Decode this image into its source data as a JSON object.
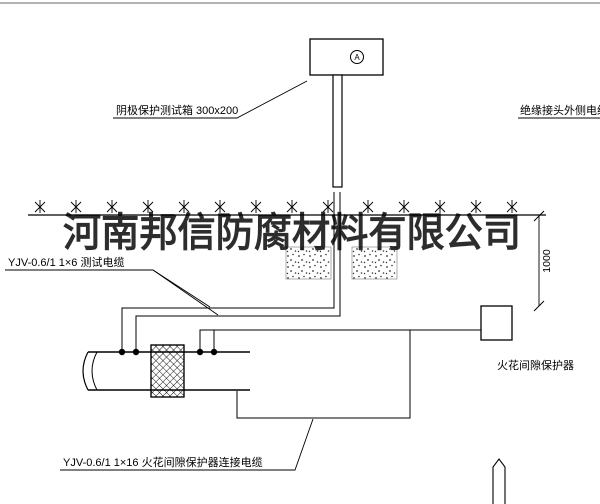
{
  "page": {
    "background": "#ffffff",
    "line_color": "#000000"
  },
  "watermark": {
    "text": "河南邦信防腐材料有限公司",
    "color": "#1c1c1c"
  },
  "test_box": {
    "label": "阴极保护测试箱 300x200",
    "meter_symbol": "A"
  },
  "cables": {
    "test_cable_label": "YJV-0.6/1 1×6 测试电缆",
    "spark_cable_label": "YJV-0.6/1 1×16 火花间隙保护器连接电缆",
    "joint_outer_cable_label": "绝缘接头外侧电缆"
  },
  "protector": {
    "label": "火花间隙保护器"
  },
  "dimension": {
    "value": "1000"
  }
}
